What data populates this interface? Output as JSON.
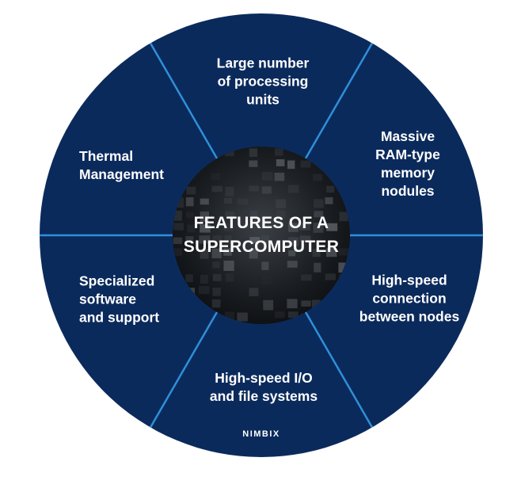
{
  "center": {
    "line1": "FEATURES OF A",
    "line2": "SUPERCOMPUTER"
  },
  "segments": [
    {
      "id": "processing-units",
      "lines": [
        "Large number",
        "of processing",
        "units"
      ]
    },
    {
      "id": "ram-memory",
      "lines": [
        "Massive",
        "RAM-type",
        "memory",
        "nodules"
      ]
    },
    {
      "id": "node-connection",
      "lines": [
        "High-speed",
        "connection",
        "between nodes"
      ]
    },
    {
      "id": "io-filesystems",
      "lines": [
        "High-speed I/O",
        "and file systems"
      ]
    },
    {
      "id": "software-support",
      "lines": [
        "Specialized",
        "software",
        "and support"
      ]
    },
    {
      "id": "thermal-management",
      "lines": [
        "Thermal",
        "Management"
      ]
    }
  ],
  "brand": "NIMBIX",
  "colors": {
    "ring": "#0b2a5c",
    "divider": "#2f8fd8",
    "center": "#111417",
    "text": "#ffffff"
  }
}
